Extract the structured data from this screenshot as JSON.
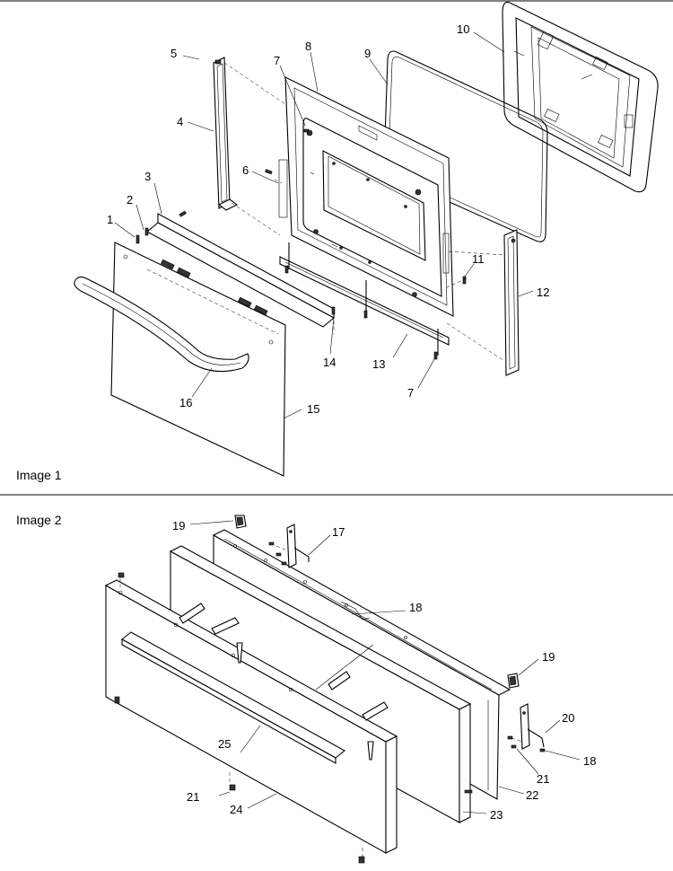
{
  "sections": [
    {
      "caption": "Image 1"
    },
    {
      "caption": "Image 2"
    }
  ],
  "image1_callouts": [
    {
      "id": "c1-1",
      "text": "1"
    },
    {
      "id": "c1-2",
      "text": "2"
    },
    {
      "id": "c1-3",
      "text": "3"
    },
    {
      "id": "c1-4",
      "text": "4"
    },
    {
      "id": "c1-5",
      "text": "5"
    },
    {
      "id": "c1-6",
      "text": "6"
    },
    {
      "id": "c1-7a",
      "text": "7"
    },
    {
      "id": "c1-7b",
      "text": "7"
    },
    {
      "id": "c1-8",
      "text": "8"
    },
    {
      "id": "c1-9",
      "text": "9"
    },
    {
      "id": "c1-10",
      "text": "10"
    },
    {
      "id": "c1-11",
      "text": "11"
    },
    {
      "id": "c1-12",
      "text": "12"
    },
    {
      "id": "c1-13",
      "text": "13"
    },
    {
      "id": "c1-14",
      "text": "14"
    },
    {
      "id": "c1-15",
      "text": "15"
    },
    {
      "id": "c1-16",
      "text": "16"
    }
  ],
  "image2_callouts": [
    {
      "id": "c2-17",
      "text": "17"
    },
    {
      "id": "c2-18a",
      "text": "18"
    },
    {
      "id": "c2-18b",
      "text": "18"
    },
    {
      "id": "c2-19a",
      "text": "19"
    },
    {
      "id": "c2-19b",
      "text": "19"
    },
    {
      "id": "c2-20",
      "text": "20"
    },
    {
      "id": "c2-21a",
      "text": "21"
    },
    {
      "id": "c2-21b",
      "text": "21"
    },
    {
      "id": "c2-22",
      "text": "22"
    },
    {
      "id": "c2-23",
      "text": "23"
    },
    {
      "id": "c2-24",
      "text": "24"
    },
    {
      "id": "c2-25",
      "text": "25"
    }
  ]
}
